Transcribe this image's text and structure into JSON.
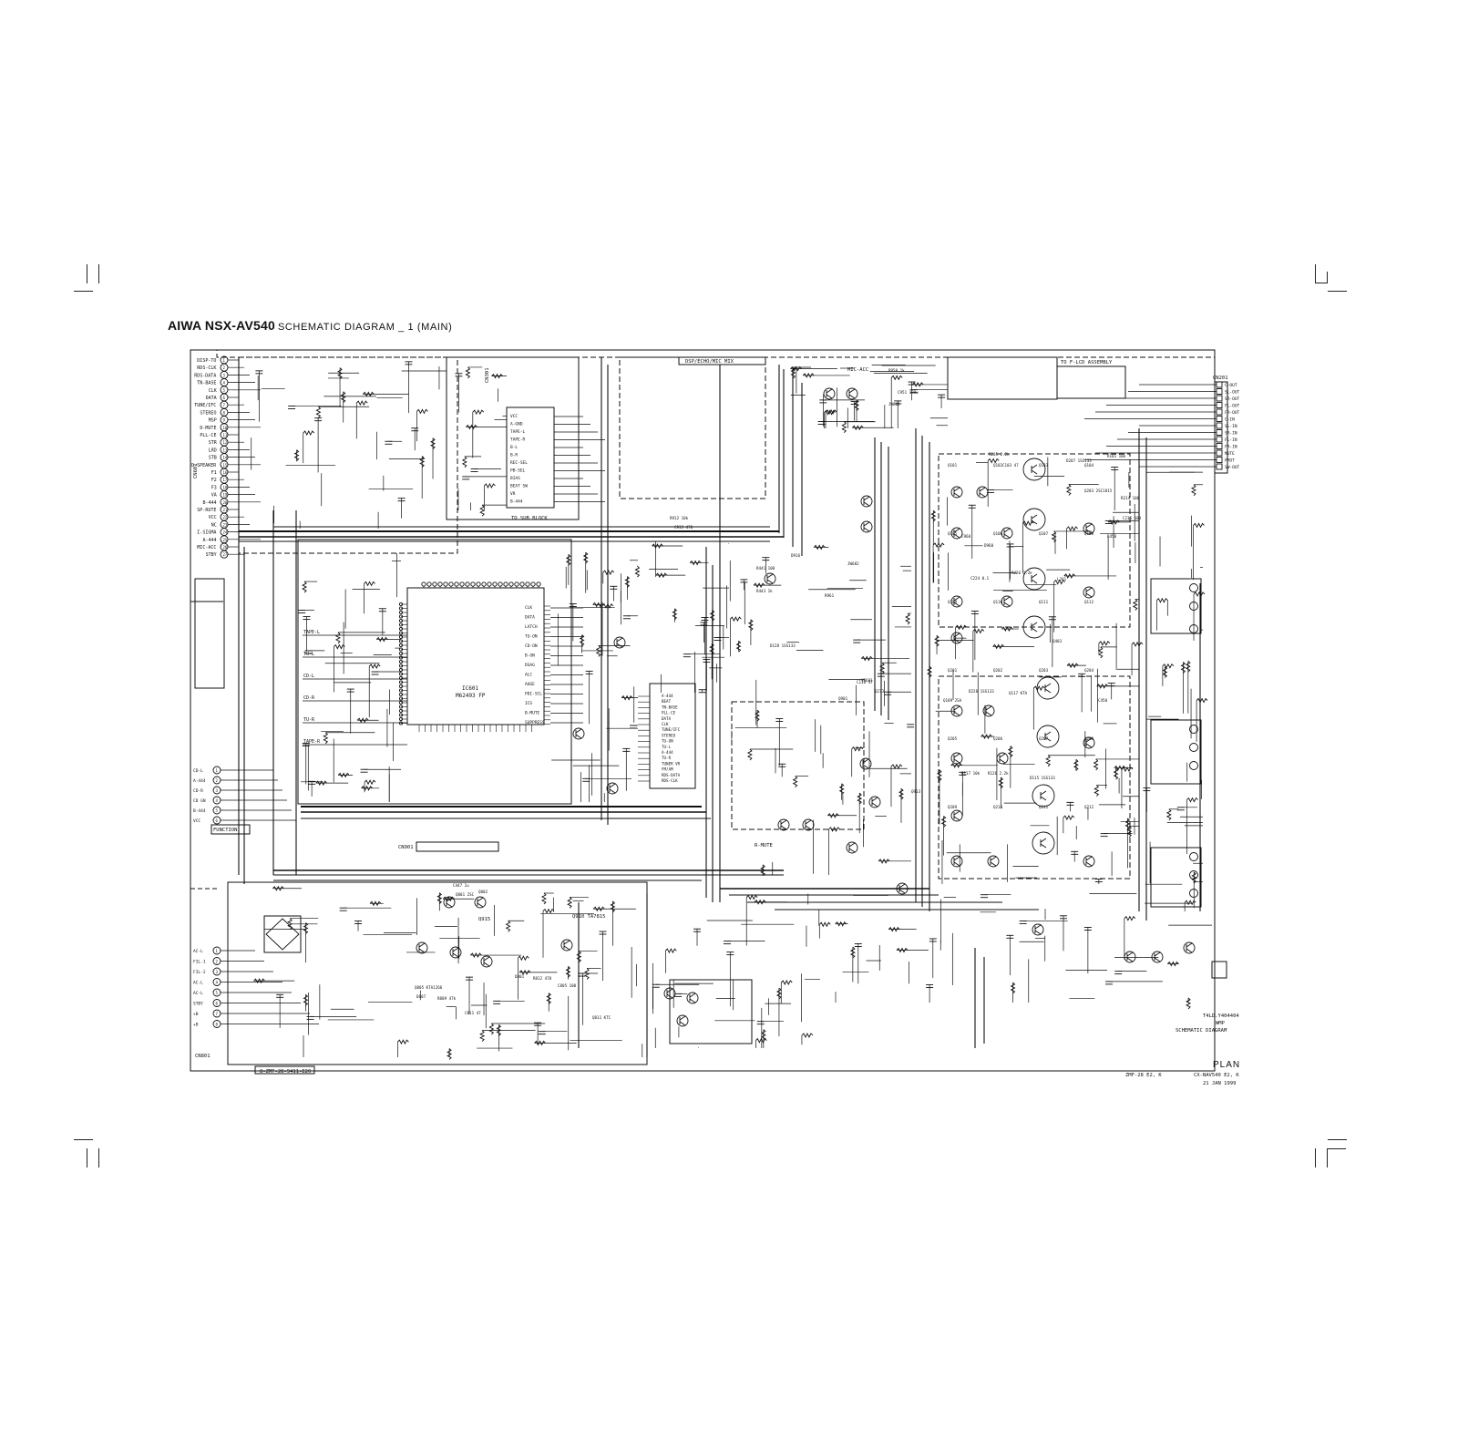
{
  "document": {
    "brand": "AIWA NSX-AV540",
    "title_rest": "SCHEMATIC DIAGRAM _ 1 (MAIN)"
  },
  "stamp": {
    "code": "T4LD.Y404404",
    "type": "WMP",
    "kind": "SCHEMATIC DIAGRAM",
    "plan": "PLAN",
    "board": "ZMF-28 E2, K",
    "model": "CX-NAV540 E2, K",
    "date": "21 JAN 1999",
    "board_code": "8-ZMF-28-9411-E20"
  },
  "labels": {
    "front_bus_box": "TO F-LCD ASSEMBLY",
    "dsp_box": "DSP/ECHO/MIC MIX",
    "ic_main": "IC601",
    "ic_main_part": "M62493 FP",
    "to_sub": "TO SUB BLOCK",
    "function": "FUNCTION",
    "cn_right": "CN201",
    "cn_top": "CN301",
    "cn_left": "CN601",
    "cn_bottom_left": "CN801",
    "cn_mid": "CN901",
    "mute": "R-MUTE",
    "tr_bottom": "Q915",
    "reg": "Q910 TA7815",
    "mic_acc": "MIC-ACC",
    "left_pins": [
      "DISP-TO",
      "RDS-CLK",
      "RDS-DATA",
      "TN-BASE",
      "CLK",
      "DATA",
      "TUNE/IFC",
      "STEREO",
      "MSP",
      "D-MUTE",
      "PLL-CE",
      "STR",
      "LRD",
      "STB",
      "D-SPEAKER",
      "F1",
      "F2",
      "F3",
      "VA",
      "B-444",
      "SP-RUTE",
      "VCC",
      "NC",
      "I-SIGMA",
      "A-444",
      "MIC-ACC",
      "STBY"
    ],
    "right_pins": [
      "C-OUT",
      "SL-OUT",
      "SR-OUT",
      "FL-OUT",
      "FR-OUT",
      "C-IN",
      "SL-IN",
      "SR-IN",
      "FL-IN",
      "FR-IN",
      "MUTE",
      "PROT",
      "SW-OUT"
    ],
    "lower_left_pins": [
      "AC-L",
      "FIL-1",
      "FIL-2",
      "AC-L",
      "AC-L",
      "STBY",
      "+B",
      "+B"
    ],
    "mid_left_pins": [
      "CD-L",
      "A-444",
      "CD-R",
      "CD GN",
      "B-444",
      "VCC"
    ],
    "ic_left_pins": [
      "TAPE-L",
      "TU-L",
      "CD-L",
      "CD-R",
      "TU-R",
      "TAPE-R"
    ],
    "ic_right_pins": [
      "CLK",
      "DATA",
      "LATCH",
      "TU-ON",
      "CD-ON",
      "B-ON",
      "DSAG",
      "ALC",
      "AUGE",
      "PDI-SCL",
      "ICS",
      "B-MUTE",
      "SUPPRESS"
    ],
    "bus_top": [
      "VCC",
      "A-GND",
      "TAPE-L",
      "TAPE-R",
      "B-L",
      "B-R",
      "REC-SEL",
      "PB-SEL",
      "BIAS",
      "BEAT SW",
      "VR",
      "B-444"
    ],
    "bus_mid": [
      "A-444",
      "BEAT",
      "TN-BASE",
      "PLL-CE",
      "DATA",
      "CLK",
      "TUNE/IFC",
      "STEREO",
      "TU-ON",
      "TU-L",
      "A-444",
      "TU-R",
      "TUNER VR",
      "FM/AM",
      "RDS-DATA",
      "RDS-CLK"
    ],
    "power_amp_labels": [
      "Q101",
      "Q102",
      "Q103",
      "Q104",
      "Q105",
      "Q106",
      "Q107",
      "Q108",
      "Q109",
      "Q110",
      "Q111",
      "Q112",
      "Q201",
      "Q202",
      "Q203",
      "Q204",
      "Q205",
      "Q206",
      "Q207",
      "Q208",
      "Q209",
      "Q210",
      "Q211",
      "Q212"
    ],
    "scatter": [
      "R101 10k",
      "C103 47",
      "R205 2.2k",
      "D207 1SS133",
      "Q203 2SC1815",
      "R214 100",
      "C215 100",
      "L201",
      "C224 0.1",
      "R226 2.2k",
      "D228 1SS133",
      "Q117 KTA",
      "R117 10k",
      "D115 1SS133",
      "R126 2.2k",
      "D128 1SS133",
      "C118 47",
      "Q109 2SA",
      "R441 100",
      "R443 1k",
      "C447 1u",
      "Q801 2SC",
      "Q802",
      "D801",
      "R812 470",
      "C805 100",
      "Q805 KTA1266",
      "D807",
      "R809 47k",
      "C811 47",
      "Q811 KTC",
      "R912 10k",
      "C915 470",
      "Q913",
      "D916",
      "R950 1k",
      "C951 100u",
      "JW601",
      "JW602",
      "VR601",
      "Q273",
      "Q901",
      "R961",
      "C960",
      "D960",
      "Q403",
      "R450",
      "C450"
    ]
  }
}
